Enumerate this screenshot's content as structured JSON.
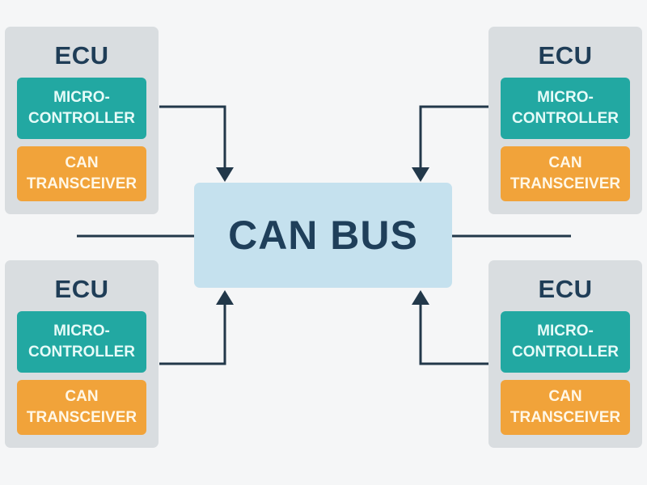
{
  "bus": {
    "label": "CAN BUS"
  },
  "ecus": [
    {
      "title": "ECU",
      "mcu_line1": "MICRO-",
      "mcu_line2": "CONTROLLER",
      "xcvr_line1": "CAN",
      "xcvr_line2": "TRANSCEIVER"
    },
    {
      "title": "ECU",
      "mcu_line1": "MICRO-",
      "mcu_line2": "CONTROLLER",
      "xcvr_line1": "CAN",
      "xcvr_line2": "TRANSCEIVER"
    },
    {
      "title": "ECU",
      "mcu_line1": "MICRO-",
      "mcu_line2": "CONTROLLER",
      "xcvr_line1": "CAN",
      "xcvr_line2": "TRANSCEIVER"
    },
    {
      "title": "ECU",
      "mcu_line1": "MICRO-",
      "mcu_line2": "CONTROLLER",
      "xcvr_line1": "CAN",
      "xcvr_line2": "TRANSCEIVER"
    }
  ],
  "colors": {
    "background": "#f5f6f7",
    "ecu_panel": "#d9dde0",
    "microcontroller": "#22a8a2",
    "transceiver": "#f1a33a",
    "bus": "#c5e1ee",
    "text_dark": "#1f3d57",
    "connector": "#22384a"
  }
}
